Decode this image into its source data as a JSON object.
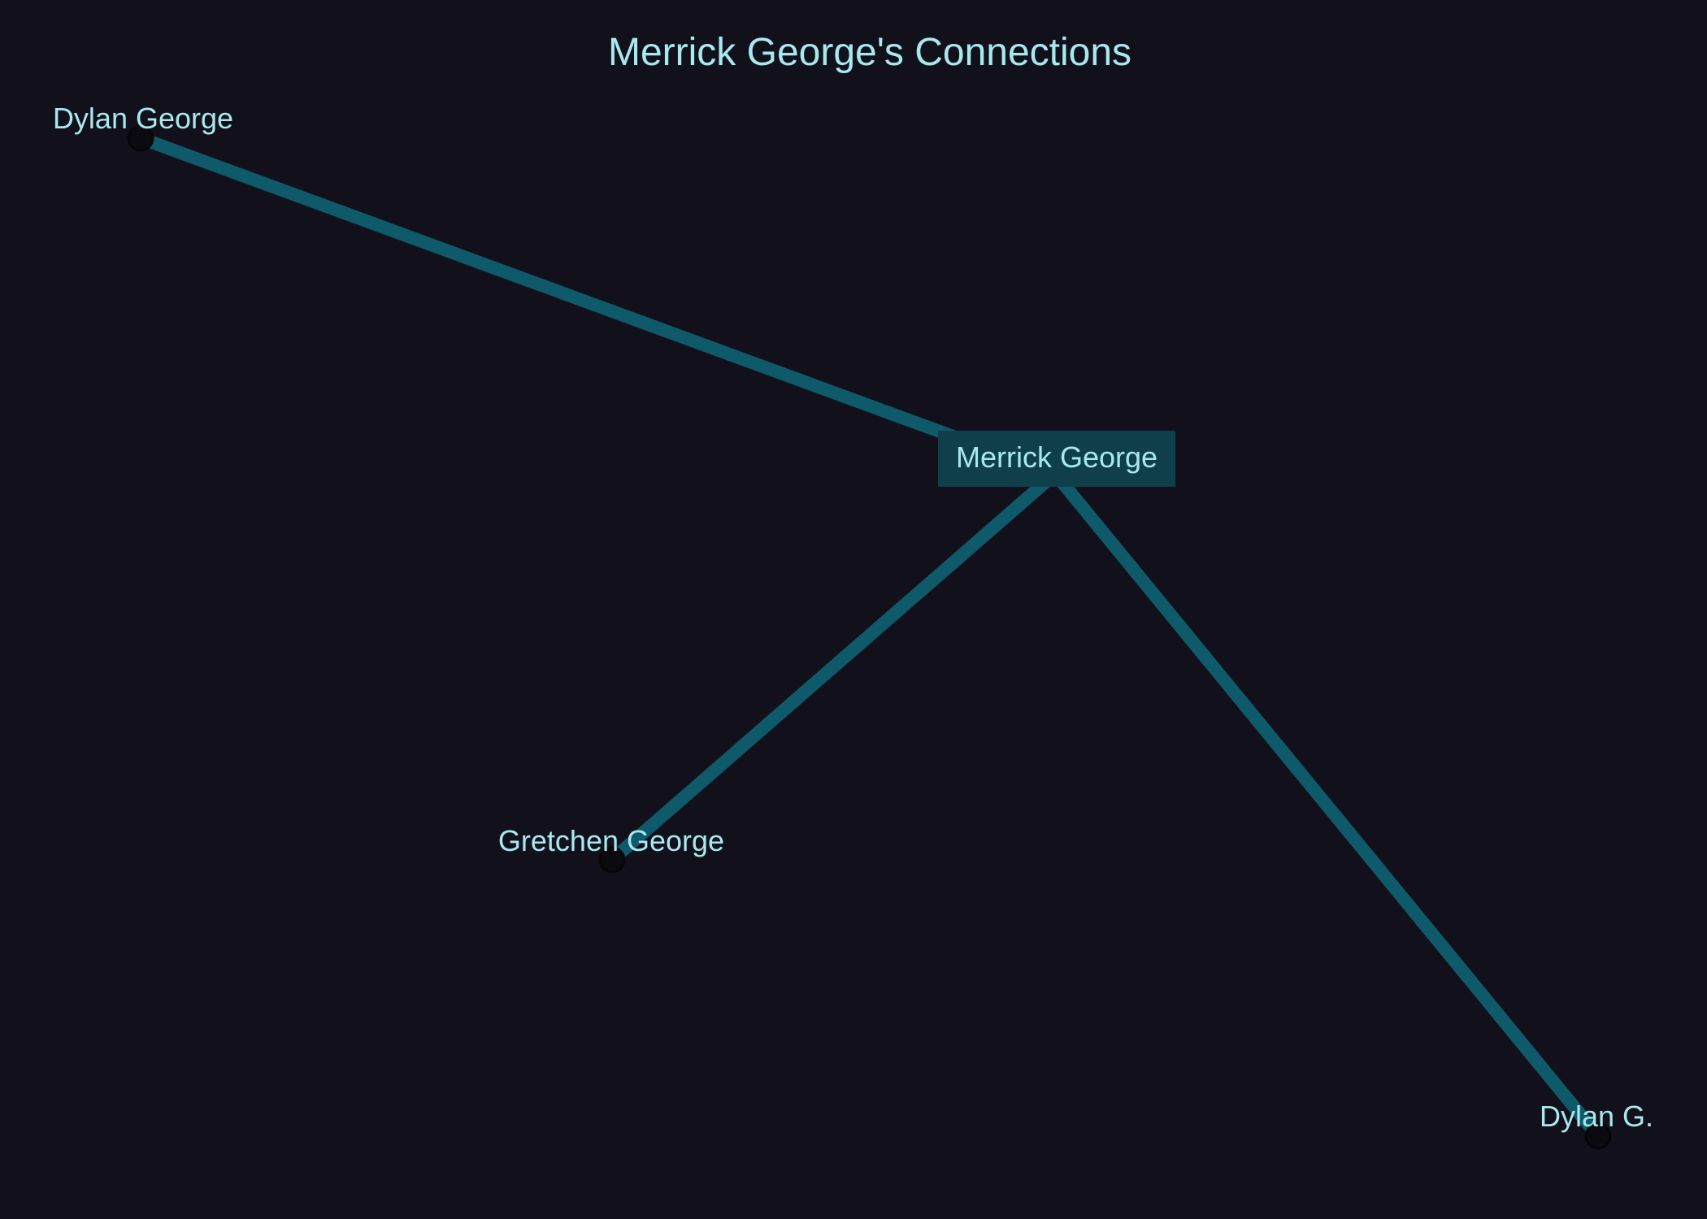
{
  "title": "Merrick George's Connections",
  "colors": {
    "background": "#12111b",
    "edge": "#0f5a6a",
    "text": "#a8e8ee",
    "center_label_bg": "#0f3f4b",
    "node": "#0a0a10"
  },
  "nodes": [
    {
      "id": "merrick",
      "label": "Merrick George",
      "center": true
    },
    {
      "id": "dylan_george",
      "label": "Dylan George"
    },
    {
      "id": "gretchen",
      "label": "Gretchen George"
    },
    {
      "id": "dylan_g",
      "label": "Dylan G."
    }
  ],
  "edges": [
    {
      "from": "merrick",
      "to": "dylan_george"
    },
    {
      "from": "merrick",
      "to": "gretchen"
    },
    {
      "from": "merrick",
      "to": "dylan_g"
    }
  ]
}
